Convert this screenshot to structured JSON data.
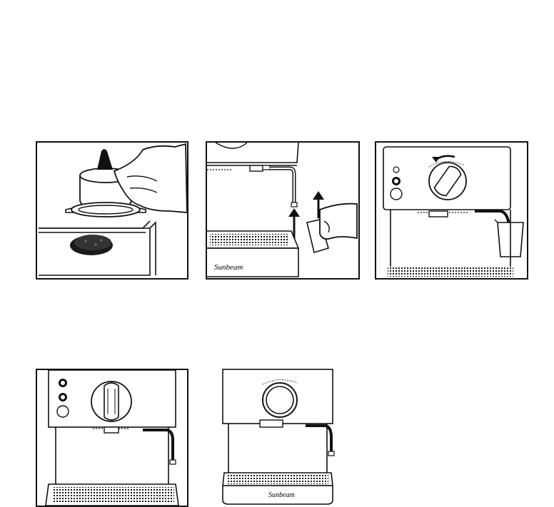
{
  "document": {
    "panels": [
      {
        "id": "panel-1",
        "subject": "portafilter-insert-and-filter-basket"
      },
      {
        "id": "panel-2",
        "subject": "remove-frothing-nozzle-from-steam-wand"
      },
      {
        "id": "panel-3",
        "subject": "turn-dial-to-steam-into-jug"
      },
      {
        "id": "panel-4",
        "subject": "machine-with-dial-at-standby"
      },
      {
        "id": "panel-5",
        "subject": "machine-front-view"
      }
    ],
    "brand_labels": {
      "panel_2": "Sunbeam",
      "panel_5": "Sunbeam"
    },
    "icons": [
      "arrow-up-icon",
      "rotate-arrow-icon",
      "power-light-icon",
      "cup-icon",
      "steam-icon"
    ]
  }
}
